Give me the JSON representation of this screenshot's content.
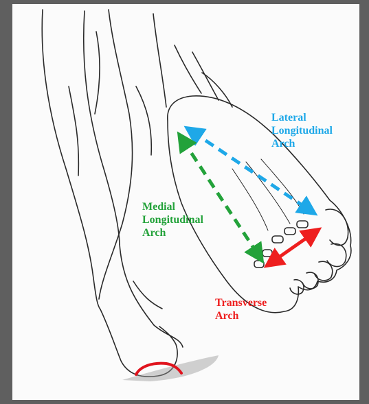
{
  "labels": {
    "lateral": {
      "line1": "Lateral",
      "line2": "Longitudinal",
      "line3": "Arch"
    },
    "medial": {
      "line1": "Medial",
      "line2": "Longitudinal",
      "line3": "Arch"
    },
    "transverse": {
      "line1": "Transverse",
      "line2": "Arch"
    }
  },
  "colors": {
    "lateral": "#1ea8e8",
    "medial": "#23a23a",
    "transverse": "#ee1f1f",
    "heel_mark": "#e0141e",
    "sketch_line": "#2a2a2a",
    "frame_border": "#5f5f5f"
  }
}
